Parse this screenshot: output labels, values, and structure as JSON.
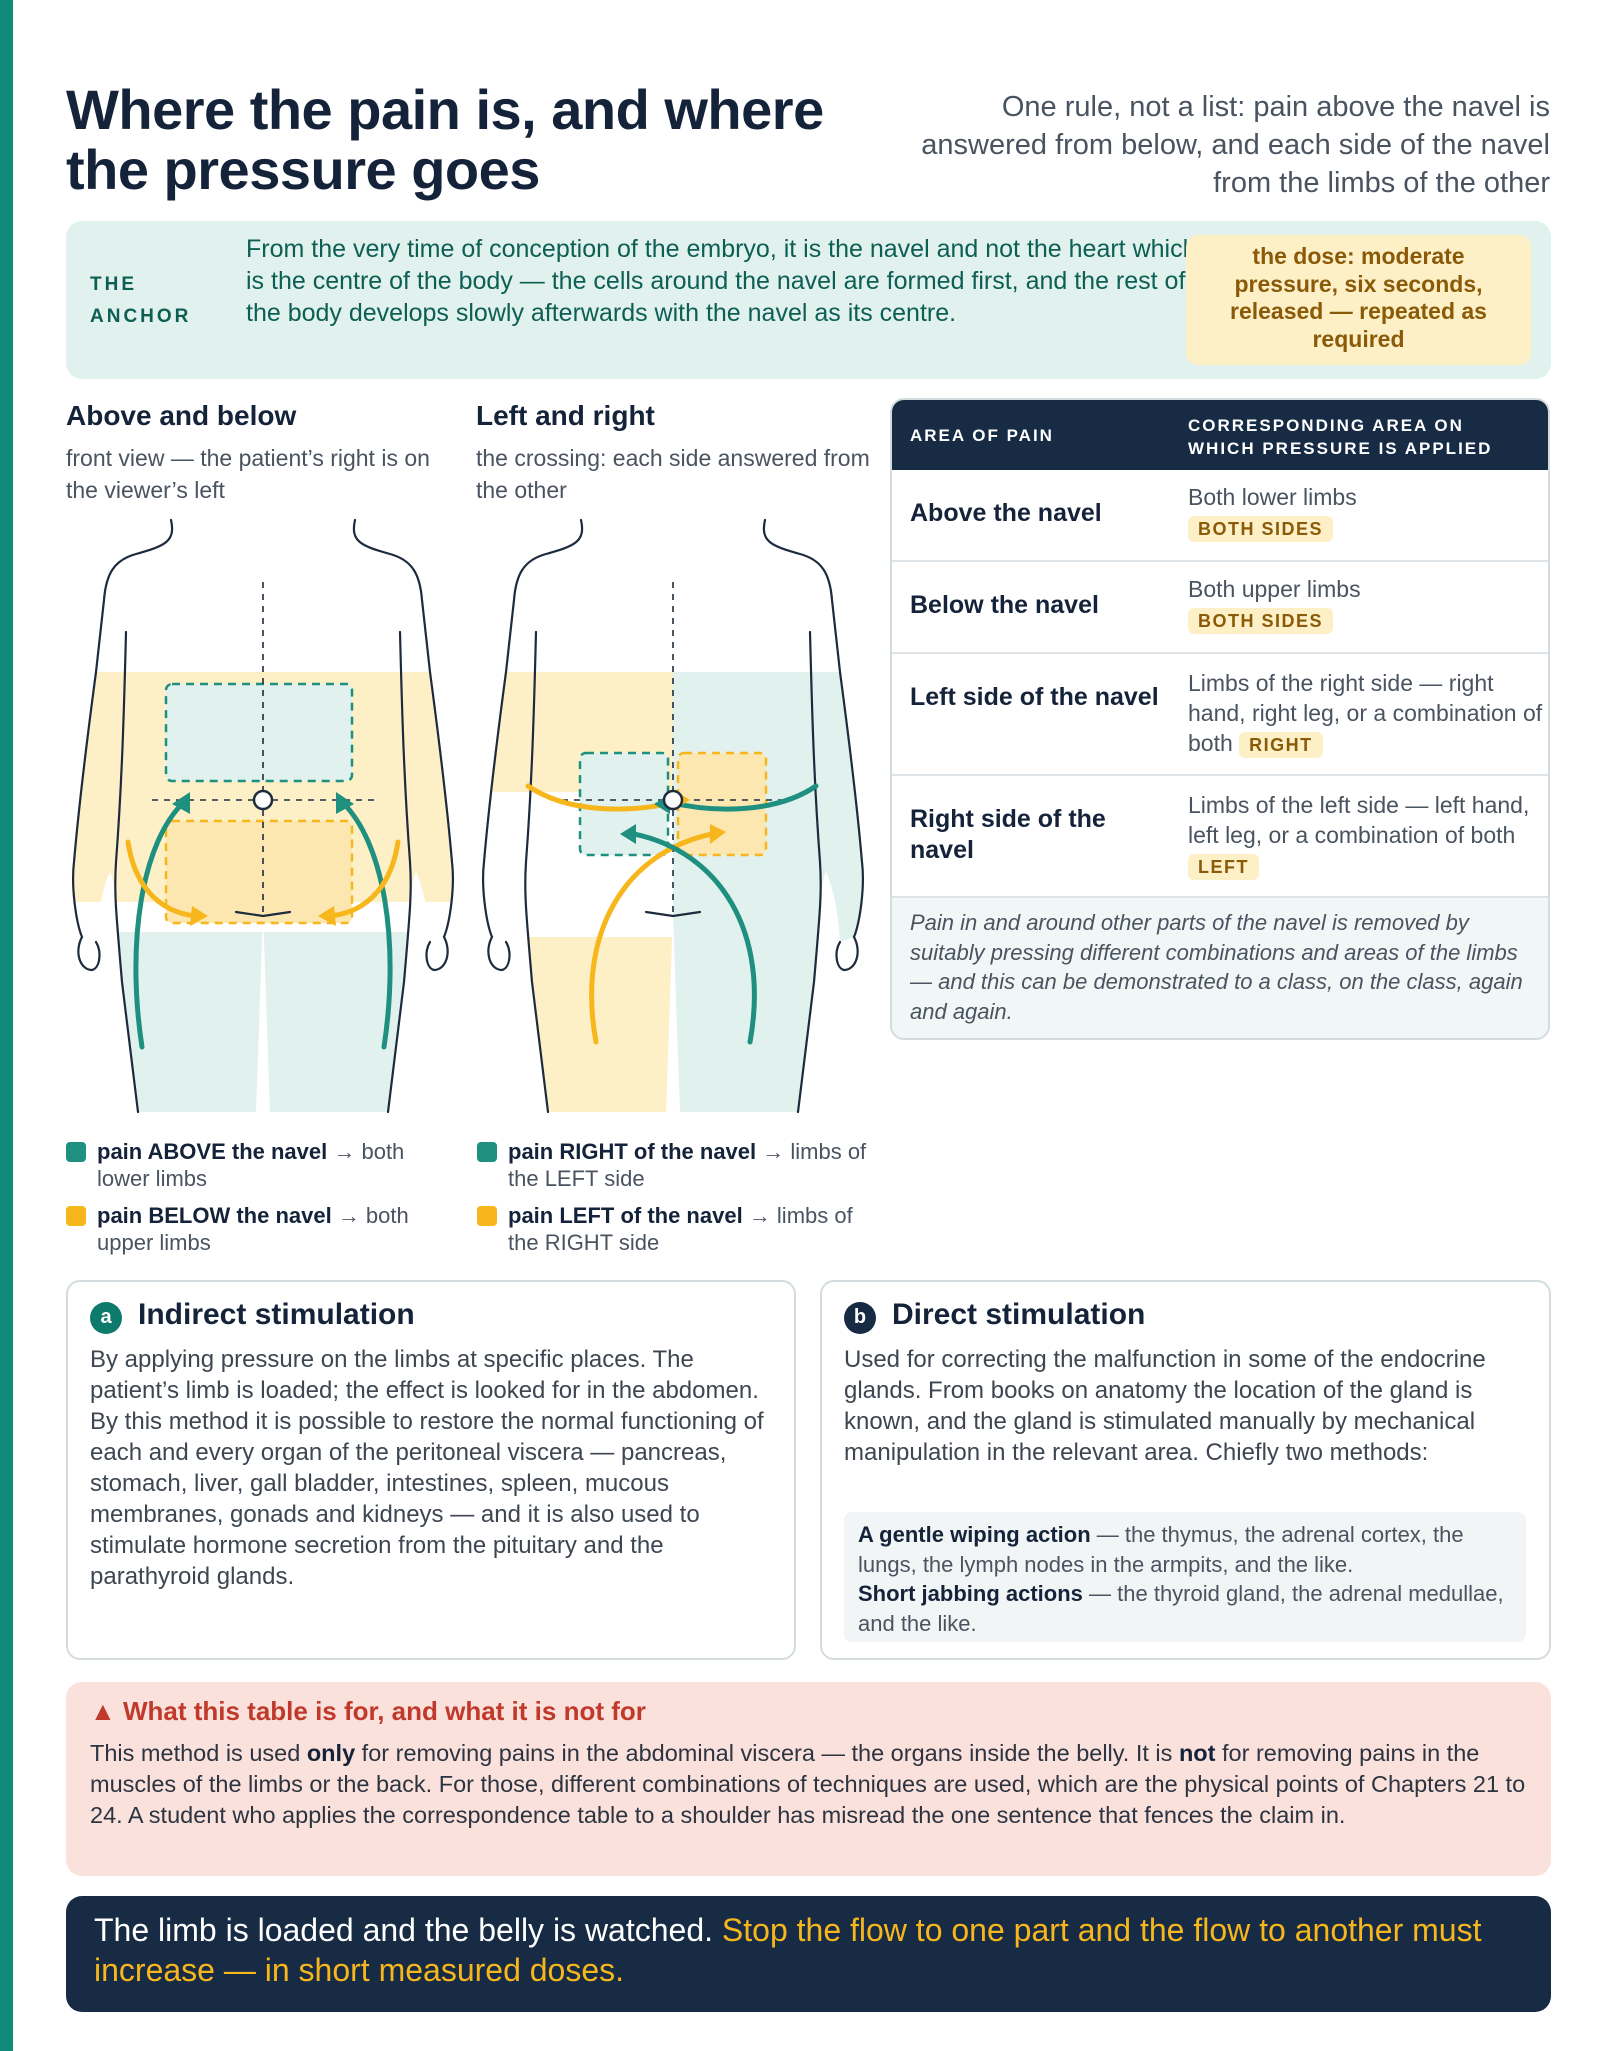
{
  "header": {
    "title": "Where the pain is, and where the pressure goes",
    "subtitle": "One rule, not a list: pain above the navel is answered from below, and each side of the navel from the limbs of the other"
  },
  "anchor": {
    "label_line1": "THE",
    "label_line2": "ANCHOR",
    "text": "From the very time of conception of the embryo, it is the navel and not the heart which is the centre of the body — the cells around the navel are formed first, and the rest of the body develops slowly afterwards with the navel as its centre.",
    "dose": "the dose: moderate pressure, six seconds, released — repeated as required"
  },
  "figures": {
    "above_below": {
      "heading": "Above and below",
      "sub": "front view — the patient’s right is on the viewer’s left",
      "legend": [
        {
          "strong": "pain ABOVE the navel",
          "rest": " → both lower limbs",
          "color": "#1f8f7f"
        },
        {
          "strong": "pain BELOW the navel",
          "rest": " → both upper limbs",
          "color": "#f6b61c"
        }
      ]
    },
    "left_right": {
      "heading": "Left and right",
      "sub": "the crossing: each side answered from the other",
      "legend": [
        {
          "strong": "pain RIGHT of the navel",
          "rest": " → limbs of the LEFT side",
          "color": "#1f8f7f"
        },
        {
          "strong": "pain LEFT of the navel",
          "rest": " → limbs of the RIGHT side",
          "color": "#f6b61c"
        }
      ]
    }
  },
  "table": {
    "col1": "AREA OF PAIN",
    "col2": "CORRESPONDING AREA ON WHICH PRESSURE IS APPLIED",
    "rows": [
      {
        "area": "Above the navel",
        "corr": "Both lower limbs",
        "tag": "BOTH SIDES"
      },
      {
        "area": "Below the navel",
        "corr": "Both upper limbs",
        "tag": "BOTH SIDES"
      },
      {
        "area": "Left side of the navel",
        "corr": "Limbs of the right side — right hand, right leg, or a combination of both",
        "tag": "RIGHT"
      },
      {
        "area": "Right side of the navel",
        "corr": "Limbs of the left side — left hand, left leg, or a combination of both",
        "tag": "LEFT"
      }
    ],
    "note": "Pain in and around other parts of the navel is removed by suitably pressing different combinations and areas of the limbs — and this can be demonstrated to a class, on the class, again and again."
  },
  "stimulation": {
    "indirect": {
      "badge": "a",
      "heading": "Indirect stimulation",
      "text": "By applying pressure on the limbs at specific places. The patient’s limb is loaded; the effect is looked for in the abdomen. By this method it is possible to restore the normal functioning of each and every organ of the peritoneal viscera — pancreas, stomach, liver, gall bladder, intestines, spleen, mucous membranes, gonads and kidneys — and it is also used to stimulate hormone secretion from the pituitary and the parathyroid glands."
    },
    "direct": {
      "badge": "b",
      "heading": "Direct stimulation",
      "text": "Used for correcting the malfunction in some of the endocrine glands. From books on anatomy the location of the gland is known, and the gland is stimulated manually by mechanical manipulation in the relevant area. Chiefly two methods:",
      "method1_name": "A gentle wiping action",
      "method1_text": " — the thymus, the adrenal cortex, the lungs, the lymph nodes in the armpits, and the like.",
      "method2_name": "Short jabbing actions",
      "method2_text": " — the thyroid gland, the adrenal medullae, and the like."
    }
  },
  "warning": {
    "icon": "▲",
    "heading": "What this table is for, and what it is not for",
    "t1": "This method is used ",
    "b1": "only",
    "t2": " for removing pains in the abdominal viscera — the organs inside the belly. It is ",
    "b2": "not",
    "t3": " for removing pains in the muscles of the limbs or the back. For those, different combinations of techniques are used, which are the physical points of Chapters 21 to 24. A student who applies the correspondence table to a shoulder has misread the one sentence that fences the claim in."
  },
  "closing": {
    "plain": "The limb is loaded and the belly is watched. ",
    "highlight": "Stop the flow to one part and the flow to another must increase — in short measured doses."
  },
  "colors": {
    "teal": "#1f8f7f",
    "amber": "#f6b61c",
    "navy": "#172b45",
    "teal_tint": "#e0f1ee",
    "amber_tint": "#fdf0c6",
    "alert_red": "#c0392b"
  }
}
